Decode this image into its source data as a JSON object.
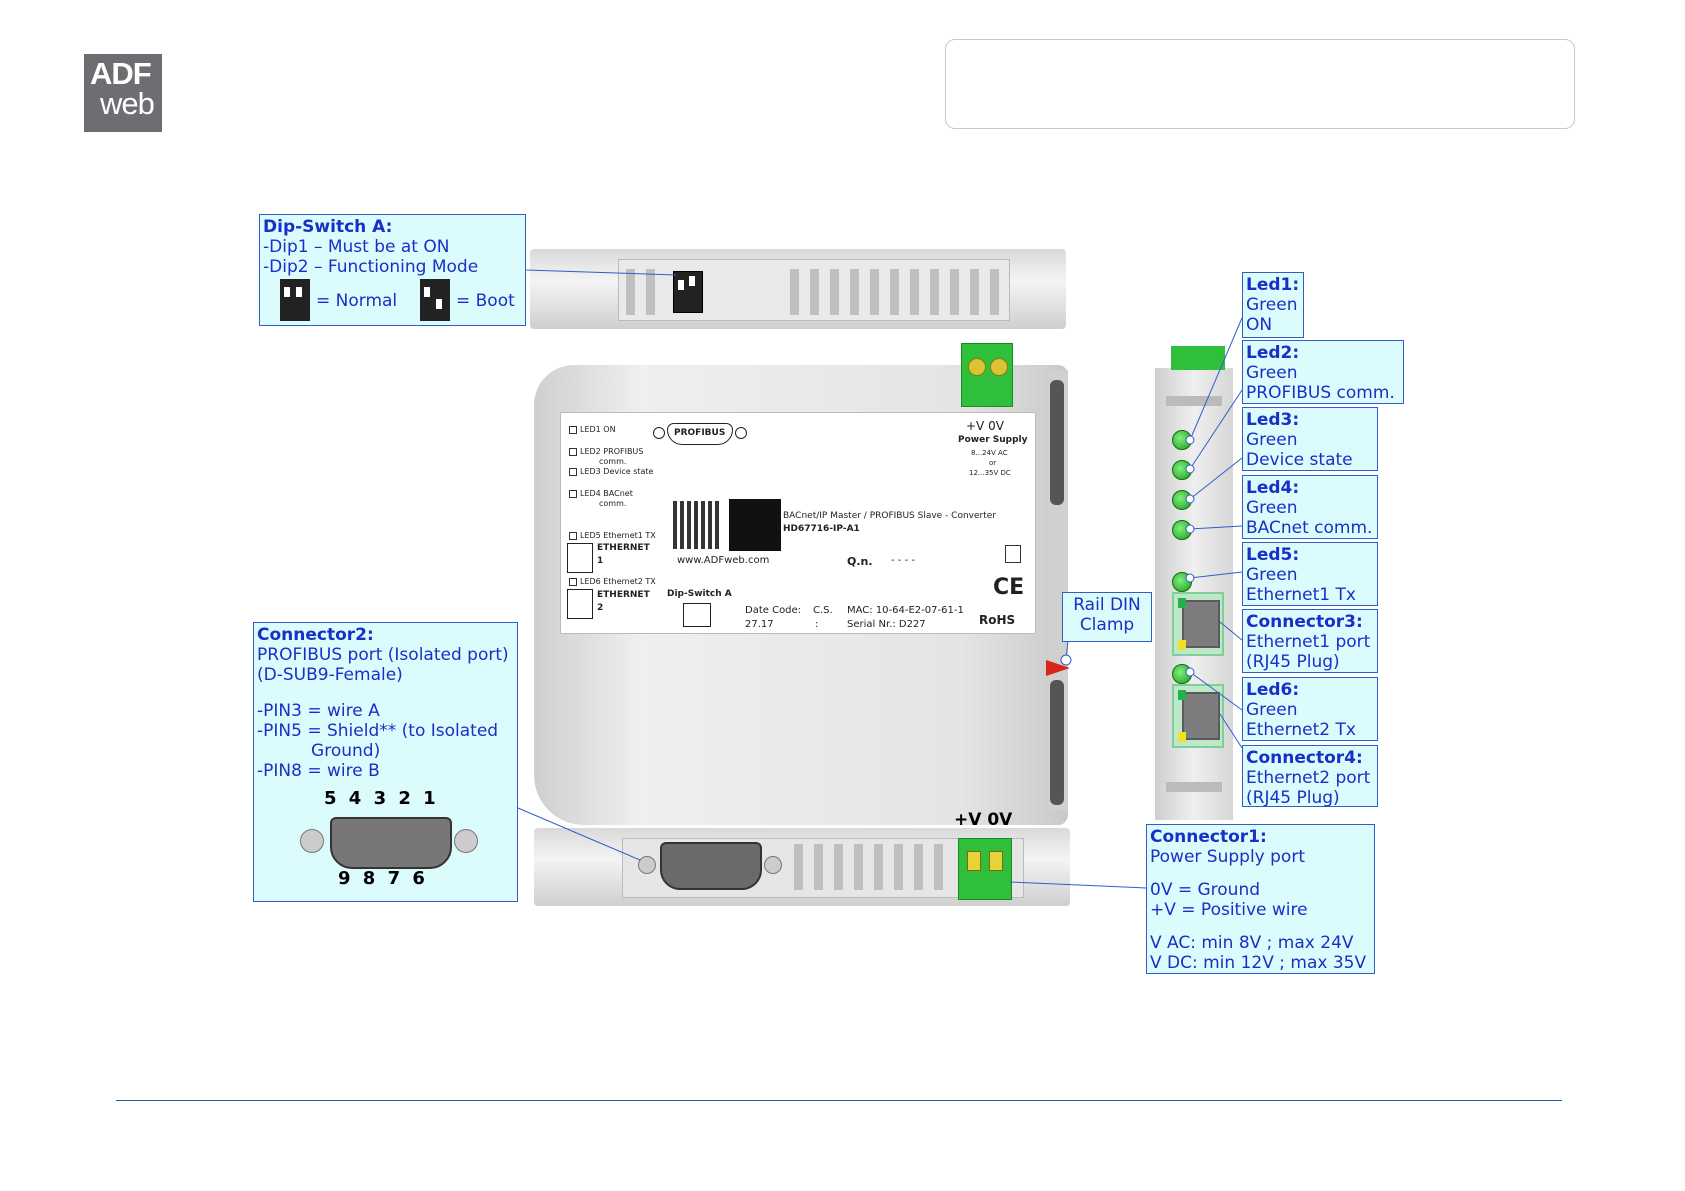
{
  "logo": {
    "line1": "ADF",
    "line2": "web"
  },
  "dip_switch_a": {
    "title": "Dip-Switch A:",
    "lines": [
      "-Dip1 – Must be at ON",
      "-Dip2 – Functioning Mode"
    ],
    "normal_label": "= Normal",
    "boot_label": "= Boot"
  },
  "connector2": {
    "title": "Connector2:",
    "lines": [
      "PROFIBUS port (Isolated port)",
      "(D-SUB9-Female)",
      "",
      "-PIN3 = wire A",
      "-PIN5 = Shield** (to Isolated",
      "          Ground)",
      "-PIN8 = wire B"
    ],
    "pins_top": "5 4 3 2 1",
    "pins_bottom": "9 8 7 6"
  },
  "rail_din": {
    "line1": "Rail DIN",
    "line2": "Clamp"
  },
  "leds": [
    {
      "title": "Led1:",
      "line1": "Green",
      "line2": "ON"
    },
    {
      "title": "Led2:",
      "line1": "Green",
      "line2": "PROFIBUS comm."
    },
    {
      "title": "Led3:",
      "line1": "Green",
      "line2": "Device state"
    },
    {
      "title": "Led4:",
      "line1": "Green",
      "line2": "BACnet comm."
    },
    {
      "title": "Led5:",
      "line1": "Green",
      "line2": "Ethernet1 Tx"
    },
    {
      "title": "Led6:",
      "line1": "Green",
      "line2": "Ethernet2 Tx"
    }
  ],
  "connector3": {
    "title": "Connector3:",
    "line1": "Ethernet1 port",
    "line2": "(RJ45 Plug)"
  },
  "connector4": {
    "title": "Connector4:",
    "line1": "Ethernet2 port",
    "line2": "(RJ45 Plug)"
  },
  "connector1": {
    "title": "Connector1:",
    "line1": "Power Supply port",
    "line2": "0V = Ground",
    "line3": "+V = Positive wire",
    "line4": "V AC: min 8V ; max 24V",
    "line5": "V DC: min 12V ; max 35V"
  },
  "power_terminal_label": "+V 0V",
  "panel": {
    "led1": "LED1 ON",
    "led2a": "LED2 PROFIBUS",
    "led2b": "comm.",
    "led3": "LED3 Device state",
    "led4a": "LED4 BACnet",
    "led4b": "comm.",
    "led5": "LED5 Ethernet1 TX",
    "eth1a": "ETHERNET",
    "eth1b": "1",
    "led6": "LED6 Ethernet2 TX",
    "eth2a": "ETHERNET",
    "eth2b": "2",
    "profibus": "PROFIBUS",
    "psu_v": "+V   0V",
    "psu_title": "Power Supply",
    "psu_ac": "8...24V AC",
    "psu_or": "or",
    "psu_dc": "12...35V DC",
    "product_desc": "BACnet/IP Master / PROFIBUS Slave - Converter",
    "product_code": "HD67716-IP-A1",
    "website": "www.ADFweb.com",
    "qn": "Q.n.",
    "qn_val": "- - - -",
    "dip_label": "Dip-Switch A",
    "date_code_label": "Date Code:",
    "date_code_val": "27.17",
    "cs_label": "C.S.",
    "cs_val": ":",
    "mac": "MAC: 10-64-E2-07-61-1",
    "serial": "Serial Nr.: D227",
    "ce": "CE",
    "rohs": "RoHS"
  },
  "colors": {
    "callout_bg": "#dcfbfc",
    "callout_border": "#2d5fc8",
    "callout_text": "#1830c8",
    "terminal_green": "#2fbf3a"
  }
}
